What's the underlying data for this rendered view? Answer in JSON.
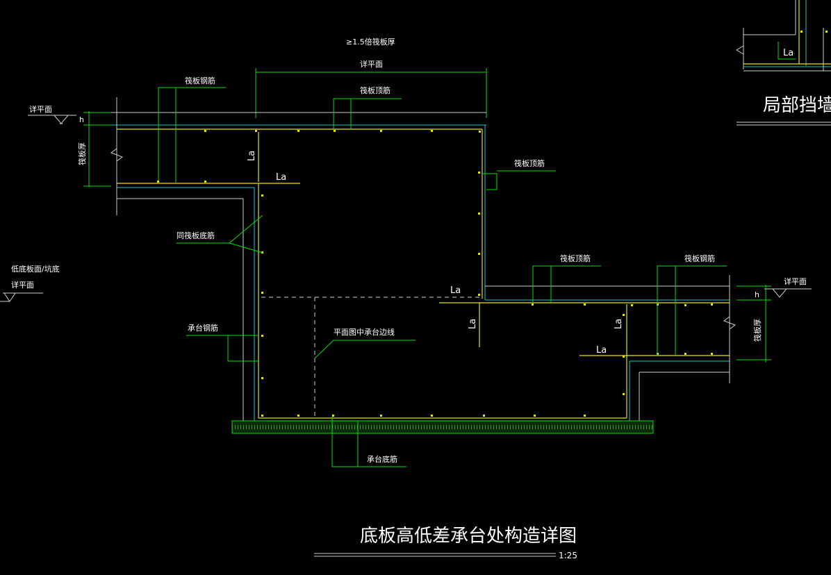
{
  "labels": {
    "min_15_raft": "≥1.5倍筏板厚",
    "detail_plan_top": "详平面",
    "raft_rebar_left": "筏板钢筋",
    "raft_top_rebar_top": "筏板顶筋",
    "detail_plan_left": "详平面",
    "h_left": "h",
    "raft_thick_left": "筏板厚",
    "la_left_vertical": "La",
    "la_left_horizontal": "La",
    "raft_top_rebar_right_upper": "筏板顶筋",
    "same_raft_bottom": "同筏板底筋",
    "low_floor_pit": "低底板面/坑底",
    "detail_plan_low": "详平面",
    "raft_top_rebar_mid": "筏板顶筋",
    "raft_rebar_right": "筏板钢筋",
    "detail_plan_right": "详平面",
    "h_right": "h",
    "la_mid_horizontal": "La",
    "la_mid_vertical": "La",
    "la_right_vertical": "La",
    "raft_thick_right": "筏板厚",
    "cap_rebar": "承台钢筋",
    "cap_edge_line": "平面图中承台边线",
    "la_right_horizontal": "La",
    "cap_bottom_rebar": "承台底筋",
    "corner_la": "La",
    "corner_title": "局部挡墙通",
    "title": "底板高低差承台处构造详图",
    "scale": "1:25"
  },
  "colors": {
    "background": "#000000",
    "leader": "#00e000",
    "cyan": "#19c8c8",
    "rebar": "#e6e600",
    "outline": "#d0d0d0",
    "text": "#ffffff"
  }
}
